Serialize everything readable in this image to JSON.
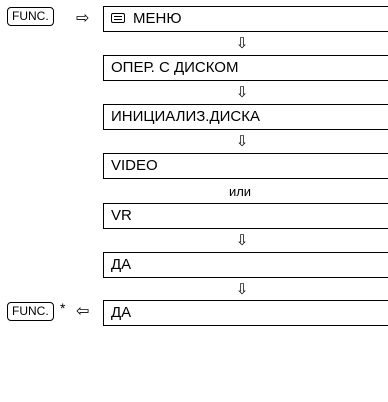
{
  "func_button_label": "FUNC.",
  "func_return_asterisk": "*",
  "arrow_right": "⇨",
  "arrow_left": "⇦",
  "arrow_down": "⇩",
  "steps": [
    {
      "label": "МЕНЮ",
      "icon": "menu-icon"
    },
    {
      "label": "ОПЕР. С ДИСКОМ"
    },
    {
      "label": "ИНИЦИАЛИЗ.ДИСКА"
    },
    {
      "label": "VIDEO"
    },
    {
      "label": "VR"
    },
    {
      "label": "ДА"
    },
    {
      "label": "ДА"
    }
  ],
  "or_text": "или"
}
